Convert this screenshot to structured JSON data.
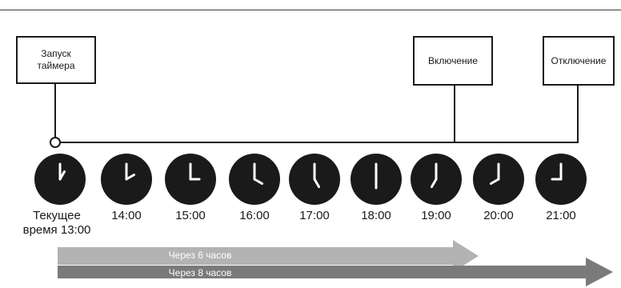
{
  "boxes": {
    "start": {
      "line1": "Запуск",
      "line2": "таймера"
    },
    "on": "Включение",
    "off": "Отключение"
  },
  "clocks": [
    {
      "label_line1": "Текущее",
      "label_line2": "время 13:00",
      "hour": 13
    },
    {
      "label": "14:00",
      "hour": 14
    },
    {
      "label": "15:00",
      "hour": 15
    },
    {
      "label": "16:00",
      "hour": 16
    },
    {
      "label": "17:00",
      "hour": 17
    },
    {
      "label": "18:00",
      "hour": 18
    },
    {
      "label": "19:00",
      "hour": 19
    },
    {
      "label": "20:00",
      "hour": 20
    },
    {
      "label": "21:00",
      "hour": 21
    }
  ],
  "arrows": {
    "six_hours": {
      "label": "Через 6 часов",
      "color": "#b3b3b3"
    },
    "eight_hours": {
      "label": "Через 8 часов",
      "color": "#7a7a7a"
    }
  },
  "colors": {
    "clock_face": "#1a1a1a",
    "clock_hands": "#ffffff",
    "lines": "#1a1a1a"
  }
}
